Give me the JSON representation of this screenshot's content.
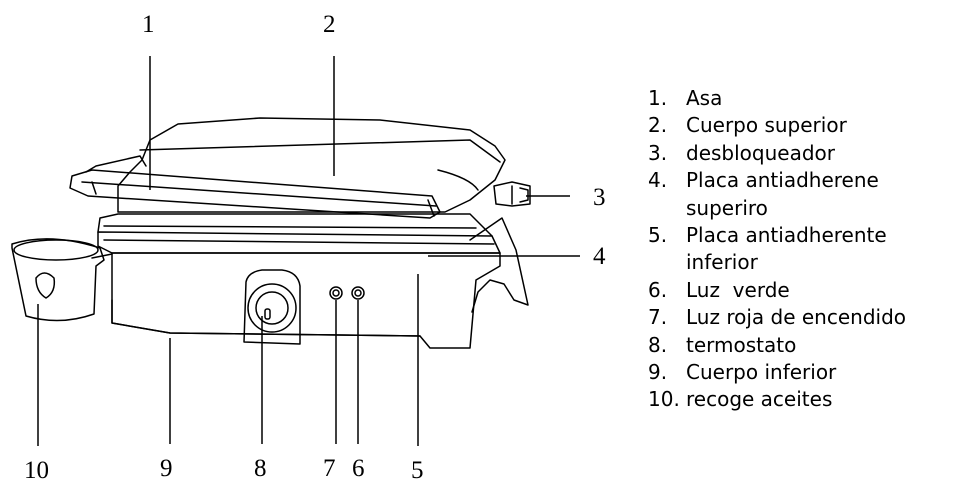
{
  "callouts": [
    {
      "number": "1",
      "label": "Asa"
    },
    {
      "number": "2",
      "label": "Cuerpo superior"
    },
    {
      "number": "3",
      "label": "desbloqueador"
    },
    {
      "number": "4",
      "label": "Placa antiadherene",
      "label_line2": "superiro"
    },
    {
      "number": "5",
      "label": "Placa antiadherente",
      "label_line2": "inferior"
    },
    {
      "number": "6",
      "label": "Luz  verde"
    },
    {
      "number": "7",
      "label": "Luz roja de encendido"
    },
    {
      "number": "8",
      "label": "termostato"
    },
    {
      "number": "9",
      "label": "Cuerpo inferior"
    },
    {
      "number": "10",
      "label": "recoge aceites"
    }
  ],
  "legend_numbers": [
    "1.",
    "2.",
    "3.",
    "4.",
    "5.",
    "6.",
    "7.",
    "8.",
    "9.",
    "10."
  ]
}
